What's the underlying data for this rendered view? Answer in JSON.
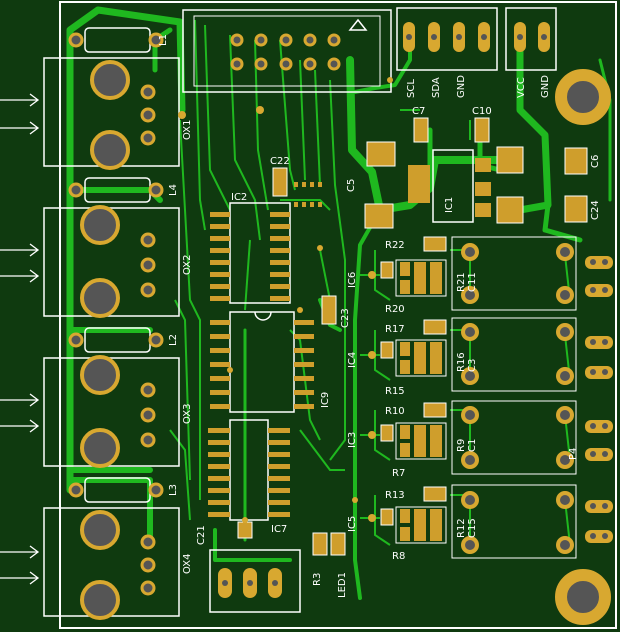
{
  "colors": {
    "board": "#0f3a0f",
    "copper": "#1fb81f",
    "pad": "#d8a830",
    "silk": "#ffffff",
    "hole": "#555555",
    "smd_pad": "#cf9e2c"
  },
  "labels": {
    "l1": "L1",
    "l4": "L4",
    "l2": "L2",
    "l3": "L3",
    "ox1": "OX1",
    "ox2": "OX2",
    "ox3": "OX3",
    "ox4": "OX4",
    "ic1": "IC1",
    "ic2": "IC2",
    "ic3": "IC3",
    "ic4": "IC4",
    "ic5": "IC5",
    "ic6": "IC6",
    "ic7": "IC7",
    "ic9": "IC9",
    "c1": "C1",
    "c3": "C3",
    "c5": "C5",
    "c6": "C6",
    "c7": "C7",
    "c10": "C10",
    "c11": "C11",
    "c15": "C15",
    "c21": "C21",
    "c22": "C22",
    "c23": "C23",
    "c24": "C24",
    "r3": "R3",
    "r7": "R7",
    "r8": "R8",
    "r9": "R9",
    "r10": "R10",
    "r12": "R12",
    "r13": "R13",
    "r15": "R15",
    "r16": "R16",
    "r17": "R17",
    "r20": "R20",
    "r21": "R21",
    "r22": "R22",
    "led1": "LED1",
    "scl": "SCL",
    "sda": "SDA",
    "gnd1": "GND",
    "vcc": "VCC",
    "gnd2": "GND",
    "p4": "P4"
  }
}
